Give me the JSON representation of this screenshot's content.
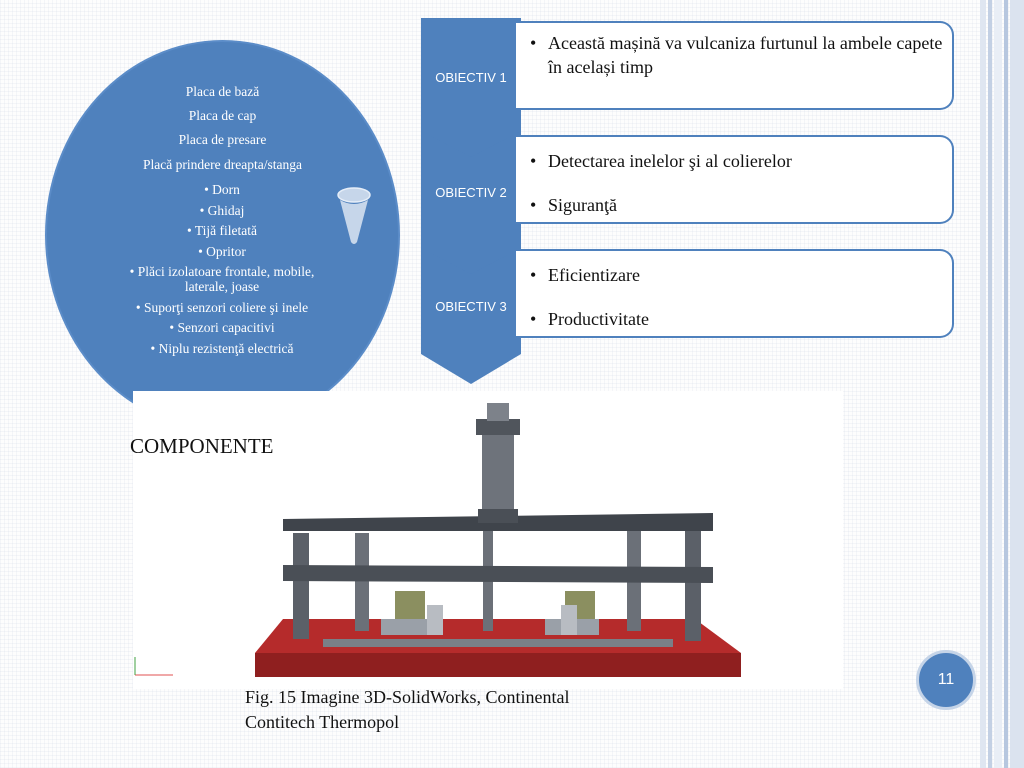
{
  "theme": {
    "accent": "#4f81bd",
    "text": "#111111"
  },
  "components": {
    "title": "COMPONENTE",
    "plain_items": [
      "Placa de bază",
      "Placa de cap",
      "Placa de presare",
      "Placă prindere dreapta/stanga"
    ],
    "bullet_items": [
      "Dorn",
      "Ghidaj",
      "Tijă filetată",
      "Opritor",
      "Plăci izolatoare frontale, mobile, laterale, joase",
      "Suporţi senzori coliere şi inele",
      "Senzori capacitivi",
      "Niplu rezistenţă electrică"
    ]
  },
  "objectives": [
    {
      "label": "OBIECTIV 1",
      "bullets": [
        "Această mașină va vulcaniza furtunul la ambele capete în același timp"
      ]
    },
    {
      "label": "OBIECTIV 2",
      "bullets": [
        "Detectarea inelelor şi al colierelor",
        "Siguranţă"
      ]
    },
    {
      "label": "OBIECTIV 3",
      "bullets": [
        "Eficientizare",
        "Productivitate"
      ]
    }
  ],
  "figure": {
    "caption_line1": "Fig. 15 Imagine 3D-SolidWorks, Continental",
    "caption_line2": "Contitech Thermopol"
  },
  "slide_number": "11"
}
